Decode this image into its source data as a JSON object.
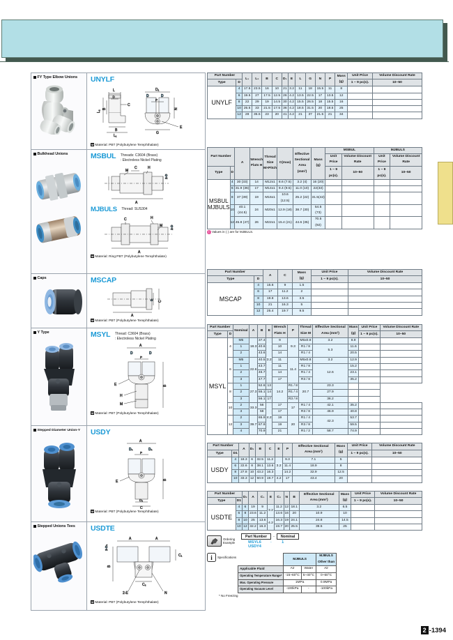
{
  "page": {
    "number_badge": "2",
    "number": "-1394"
  },
  "sections": [
    {
      "title": "FY Type Elbow Unions",
      "code": "UNYLF",
      "thread_note": "",
      "material": "Material: PBT (Polybutylene Terephthalate)",
      "dim_labels": [
        "L",
        "D",
        "C",
        "B",
        "L2",
        "L1",
        "B",
        "D1",
        "D",
        "D",
        "P",
        "N",
        "G",
        "E"
      ]
    },
    {
      "title": "Bulkhead Unions",
      "code": "MSBUL",
      "code2": "MJBULS",
      "thread_note": "Threads: C3604 (Brass)\n: Electroless Nickel Plating",
      "thread_note2": "Thread: SUS304",
      "material": "Material: Ring:PBT (Polybutylene Terephthalate)",
      "dim_labels": [
        "M",
        "C",
        "H",
        "2-D",
        "A"
      ]
    },
    {
      "title": "Caps",
      "code": "MSCAP",
      "thread_note": "",
      "material": "Material: PBT (Polybutylene Terephthalate)",
      "dim_labels": [
        "D",
        "C",
        "A"
      ]
    },
    {
      "title": "Y Type",
      "code": "MSYL",
      "thread_note": "Thread: C3604 (Brass)\n: Electroless Nickel Plating",
      "material": "Material: PBT (Polybutylene Terephthalate)",
      "dim_labels": [
        "A",
        "D",
        "D",
        "P",
        "E",
        "B",
        "H",
        "M"
      ]
    },
    {
      "title": "Stepped Diameter Union-Y",
      "code": "USDY",
      "thread_note": "",
      "material": "Material: PBT (Polybutylene Terephthalate)",
      "dim_labels": [
        "A",
        "D1",
        "D1",
        "P",
        "E",
        "B",
        "D2",
        "C"
      ]
    },
    {
      "title": "Stepped Unions Tees",
      "code": "USDTE",
      "thread_note": "",
      "material": "Material: PBT (Polybutylene Terephthalate)",
      "dim_labels": [
        "A",
        "A",
        "2-D1",
        "B",
        "C",
        "N",
        "2-E"
      ]
    }
  ],
  "tables": {
    "unylf": {
      "group_header": "Part Number",
      "col_type": "Type",
      "col_d": "D",
      "columns": [
        "L1",
        "L2",
        "B",
        "C",
        "D1",
        "E",
        "L",
        "G",
        "N",
        "P"
      ],
      "mass_header": "Mass",
      "mass_unit": "(g)",
      "unit_price_header": "Unit Price",
      "unit_price_sub": "1 ~ 9 pc(s).",
      "discount_header": "Volume Discount Rate",
      "discount_sub": "10~50",
      "type": "UNYLF",
      "rows": [
        {
          "d": "4",
          "vals": [
            "17.5",
            "23.5",
            "16",
            "10",
            "21",
            "3.2",
            "11",
            "18",
            "15.5",
            "11"
          ],
          "mass": "8"
        },
        {
          "d": "6",
          "vals": [
            "19.5",
            "27",
            "17.5",
            "12.5",
            "26",
            "4.2",
            "13.5",
            "22.5",
            "17",
            "13.5"
          ],
          "mass": "12"
        },
        {
          "d": "8",
          "vals": [
            "22",
            "29",
            "19",
            "14.5",
            "30",
            "4.2",
            "15.5",
            "26.5",
            "18",
            "15.5"
          ],
          "mass": "16"
        },
        {
          "d": "10",
          "vals": [
            "25.5",
            "33",
            "21.5",
            "17.5",
            "36",
            "4.2",
            "18.5",
            "31.5",
            "20",
            "18.5"
          ],
          "mass": "25"
        },
        {
          "d": "12",
          "vals": [
            "28",
            "35.5",
            "23",
            "20",
            "41",
            "4.2",
            "21",
            "37",
            "21.5",
            "21"
          ],
          "mass": "34"
        }
      ]
    },
    "msbul": {
      "group_header": "Part Number",
      "col_type": "Type",
      "col_d": "D",
      "columns": [
        "A",
        "Wrench\nFlats H",
        "Thread\nSize\nM×Pitch",
        "C(max)",
        "Effective\nSectional\nArea (mm²)",
        "Mass\n(g)"
      ],
      "price_groups": [
        "MSBUL",
        "MJBULS"
      ],
      "unit_price_header": "Unit Price",
      "unit_price_sub": "1 ~ 9 pc(s).",
      "discount_header": "Volume Discount Rate",
      "discount_sub": "10~50",
      "type": "MSBUL\nMJBULS",
      "rows": [
        {
          "d": "4",
          "a": "30 (33)",
          "h": "14",
          "thread": "M12x1",
          "c": "8.6 (7.5)",
          "area": "3.2 (4)",
          "mass": "16 (20)"
        },
        {
          "d": "6",
          "a": "31.9 (36)",
          "h": "17",
          "thread": "M14x1",
          "c": "9.4 (9.5)",
          "area": "11.0 (10)",
          "mass": "22(33)"
        },
        {
          "d": "8",
          "a": "37 (39)",
          "h": "19",
          "thread": "M16x1",
          "c": "10.6 (12.5)",
          "area": "25.2 (22)",
          "mass": "31.5(42)"
        },
        {
          "d": "10",
          "a": "40.1 (44.5)",
          "h": "24",
          "thread": "M20x1",
          "c": "12.9 (18)",
          "area": "38.7 (30)",
          "mass": "54.5 (73)"
        },
        {
          "d": "12",
          "a": "45.8 (47)",
          "h": "26",
          "thread": "M22x1",
          "c": "15.4 (21)",
          "area": "44.6 (35)",
          "mass": "70.5 (92)"
        }
      ],
      "footnote": "Values in ( ) are for MJBULS."
    },
    "mscap": {
      "group_header": "Part Number",
      "col_type": "Type",
      "col_d": "D",
      "columns": [
        "A",
        "C"
      ],
      "mass_header": "Mass",
      "mass_unit": "(g)",
      "unit_price_header": "Unit Price",
      "unit_price_sub": "1 ~ 9 pc(s).",
      "discount_header": "Volume Discount Rate",
      "discount_sub": "10~50",
      "type": "MSCAP",
      "rows": [
        {
          "d": "4",
          "a": "15.6",
          "c": "9",
          "mass": "1.5"
        },
        {
          "d": "6",
          "a": "17",
          "c": "11.2",
          "mass": "2"
        },
        {
          "d": "8",
          "a": "19.8",
          "c": "13.6",
          "mass": "3.5"
        },
        {
          "d": "10",
          "a": "21",
          "c": "16.3",
          "mass": "5"
        },
        {
          "d": "12",
          "a": "25.4",
          "c": "19.7",
          "mass": "9.5"
        }
      ]
    },
    "msyl": {
      "group_header": "Part Number",
      "col_type": "Type",
      "col_d": "D",
      "col_nominal": "Nominal",
      "columns": [
        "A",
        "B",
        "E",
        "Wrench\nFlats H",
        "P",
        "Thread\nSize M",
        "Effective Sectional\nArea (mm²)",
        "Mass\n(g)"
      ],
      "unit_price_header": "Unit Price",
      "unit_price_sub": "1 ~ 9 pc(s).",
      "discount_header": "Volume Discount Rate",
      "discount_sub": "10~50",
      "type": "MSYL",
      "groups": [
        {
          "d": "4",
          "a": "18.3",
          "e": "3.2",
          "p": "9.3",
          "rows": [
            {
              "nominal": "M5",
              "b": "37.4",
              "h": "9",
              "thread": "M5x0.8",
              "area": "3.2",
              "mass": "8.9"
            },
            {
              "nominal": "1",
              "b": "40.6",
              "h": "10",
              "thread": "R1 / 8",
              "area": "5.3",
              "mass": "11.6"
            },
            {
              "nominal": "2",
              "b": "43.6",
              "h": "14",
              "thread": "R1 / 4",
              "area": "",
              "mass": "20.5"
            }
          ]
        },
        {
          "d": "6",
          "a": "22.6",
          "e": "3.2",
          "p": "11.4",
          "rows": [
            {
              "nominal": "M5",
              "b": "40.5",
              "h": "11",
              "thread": "M5x0.8",
              "area": "3.2",
              "mass": "12.9"
            },
            {
              "nominal": "1",
              "b": "43.7",
              "h": "11",
              "thread": "R1 / 8",
              "area": "12.6",
              "mass": "15.2"
            },
            {
              "nominal": "2",
              "b": "46.7",
              "h": "14",
              "thread": "R1 / 4",
              "area": "",
              "mass": "23.1"
            },
            {
              "nominal": "3",
              "b": "47.7",
              "h": "17",
              "thread": "R3 / 8",
              "area": "",
              "mass": "35.2"
            }
          ]
        },
        {
          "d": "8",
          "a": "27.3",
          "e": "3.2",
          "p": "14.2",
          "rows": [
            {
              "nominal": "1",
              "b": "52.6",
              "h": "13",
              "thread": "R1 / 8",
              "area": "20.7",
              "mass": "23.3"
            },
            {
              "nominal": "2",
              "b": "55.1",
              "h": "14",
              "thread": "R1 / 4",
              "area": "",
              "mass": "27.9"
            },
            {
              "nominal": "3",
              "b": "56.1",
              "h": "17",
              "thread": "R3 / 8",
              "area": "",
              "mass": "36.2"
            }
          ]
        },
        {
          "d": "10",
          "a": "33.3",
          "e": "",
          "p": "17",
          "rows": [
            {
              "nominal": "2",
              "b": "56",
              "h": "17",
              "thread": "R1 / 4",
              "area": "42.1",
              "mass": "35.2"
            },
            {
              "nominal": "3",
              "b": "58",
              "h": "17",
              "thread": "R3 / 8",
              "area": "46.9",
              "mass": "40.8"
            }
          ]
        },
        {
          "d": "12",
          "a": "39.7",
          "e": "4.2",
          "p": "20",
          "rows": [
            {
              "nominal": "2",
              "b": "65.9",
              "h": "19",
              "thread": "R1 / 4",
              "area": "42.3",
              "mass": "53.7"
            },
            {
              "nominal": "3",
              "b": "67.9",
              "h": "19",
              "thread": "R3 / 8",
              "area": "",
              "mass": "59.5"
            },
            {
              "nominal": "4",
              "b": "70.9",
              "h": "21",
              "thread": "R1 / 2",
              "area": "58.7",
              "mass": "74.9"
            }
          ]
        }
      ]
    },
    "usdy": {
      "group_header": "Part Number",
      "col_type": "Type",
      "col_d": "D1",
      "columns": [
        "A",
        "D2",
        "B",
        "C",
        "E",
        "P",
        "Effective Sectional\nArea (mm²)",
        "Mass\n(g)"
      ],
      "unit_price_header": "Unit Price",
      "unit_price_sub": "1 ~ 9 pc(s).",
      "discount_header": "Volume Discount Rate",
      "discount_sub": "10~50",
      "type": "USDY",
      "rows": [
        {
          "d": "4",
          "a": "18.3",
          "d2": "6",
          "b": "32.5",
          "c": "11.2",
          "e": "3.2",
          "p": "9.3",
          "area": "7.1",
          "mass": "5"
        },
        {
          "d": "6",
          "a": "22.6",
          "d2": "8",
          "b": "38.1",
          "c": "13.6",
          "e": "",
          "p": "11.4",
          "area": "18.9",
          "mass": "8"
        },
        {
          "d": "8",
          "a": "27.8",
          "d2": "10",
          "b": "43.2",
          "c": "16.3",
          "e": "",
          "p": "14.2",
          "area": "32.9",
          "mass": "12.5"
        },
        {
          "d": "10",
          "a": "33.3",
          "d2": "12",
          "b": "50.9",
          "c": "19.7",
          "e": "4.2",
          "p": "17",
          "area": "43.4",
          "mass": "20"
        }
      ]
    },
    "usdte": {
      "group_header": "Part Number",
      "col_type": "Type",
      "col_d": "D1",
      "columns": [
        "D2",
        "A",
        "C1",
        "E",
        "C2",
        "N",
        "B",
        "Effective Sectional\nArea (mm²)",
        "Mass\n(g)"
      ],
      "unit_price_header": "Unit Price",
      "unit_price_sub": "1 ~ 9 pc(s).",
      "discount_header": "Volume Discount Rate",
      "discount_sub": "10~50",
      "type": "USDTE",
      "rows": [
        {
          "d": "4",
          "d2": "6",
          "a": "19",
          "c1": "9",
          "e": "3.2",
          "c2": "11.2",
          "n": "12",
          "b": "18.1",
          "area": "3.2",
          "mass": "6.5"
        },
        {
          "d": "6",
          "d2": "8",
          "a": "23.6",
          "c1": "11.2",
          "e": "",
          "c2": "13.6",
          "n": "16",
          "b": "20",
          "area": "10.9",
          "mass": "10"
        },
        {
          "d": "8",
          "d2": "10",
          "a": "25",
          "c1": "13.6",
          "e": "4.2",
          "c2": "16.3",
          "n": "19",
          "b": "24.1",
          "area": "24.8",
          "mass": "14.5"
        },
        {
          "d": "10",
          "d2": "12",
          "a": "32.2",
          "c1": "16.3",
          "e": "",
          "c2": "19.7",
          "n": "20",
          "b": "25.5",
          "area": "39.5",
          "mass": "25"
        }
      ]
    }
  },
  "ordering": {
    "caption_line1": "Ordering",
    "caption_line2": "Example",
    "cell1": "Part Number",
    "dash": "-",
    "cell2": "Nominal",
    "val1": "MSYL6",
    "val1b": "USDY4",
    "val_dash": "-",
    "val2": "1"
  },
  "specifications": {
    "title": "Specifications",
    "icon": "i",
    "col_group1": "MJBULS",
    "col_group2": "MJBULS\nOther than",
    "rows": [
      {
        "label": "Applicable Fluid",
        "v1": "Air",
        "v2": "Water",
        "v3": "Air"
      },
      {
        "label": "Operating Temperature Range*",
        "v1": "-15~60°C",
        "v2": "5~40°C",
        "v3": "0~60°C"
      },
      {
        "label": "Max. Operating Pressure",
        "v1": "1MPa",
        "v2": "",
        "v3": "0.9MPa",
        "merge12": true
      },
      {
        "label": "Operating Vacuum Level",
        "v1": "-100kPa",
        "v2": "-",
        "v3": "-100kPa"
      }
    ],
    "footnote": "* No Freezing"
  }
}
